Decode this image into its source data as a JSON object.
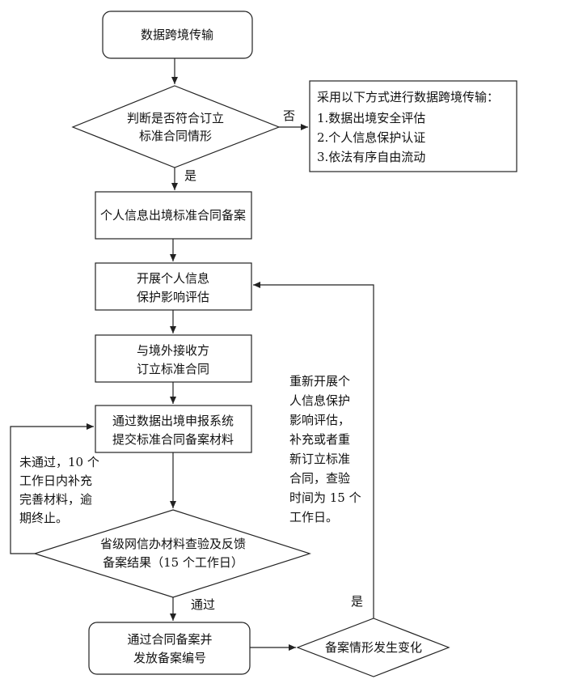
{
  "nodes": {
    "start": "数据跨境传输",
    "decision1_l1": "判断是否符合订立",
    "decision1_l2": "标准合同情形",
    "no_label": "否",
    "yes_label": "是",
    "methods_title": "采用以下方式进行数据跨境传输：",
    "method1": "1.数据出境安全评估",
    "method2": "2.个人信息保护认证",
    "method3": "3.依法有序自由流动",
    "filing": "个人信息出境标准合同备案",
    "assess_l1": "开展个人信息",
    "assess_l2": "保护影响评估",
    "contract_l1": "与境外接收方",
    "contract_l2": "订立标准合同",
    "submit_l1": "通过数据出境申报系统",
    "submit_l2": "提交标准合同备案材料",
    "review_l1": "省级网信办材料查验及反馈",
    "review_l2": "备案结果（15 个工作日）",
    "pass_label": "通过",
    "done_l1": "通过合同备案并",
    "done_l2": "发放备案编号",
    "change": "备案情形发生变化",
    "change_yes": "是"
  },
  "notes": {
    "fail": [
      "未通过，10 个",
      "工作日内补充",
      "完善材料，逾",
      "期终止。"
    ],
    "reassess": [
      "重新开展个",
      "人信息保护",
      "影响评估，",
      "补充或者重",
      "新订立标准",
      "合同，查验",
      "时间为 15 个",
      "工作日。"
    ]
  }
}
